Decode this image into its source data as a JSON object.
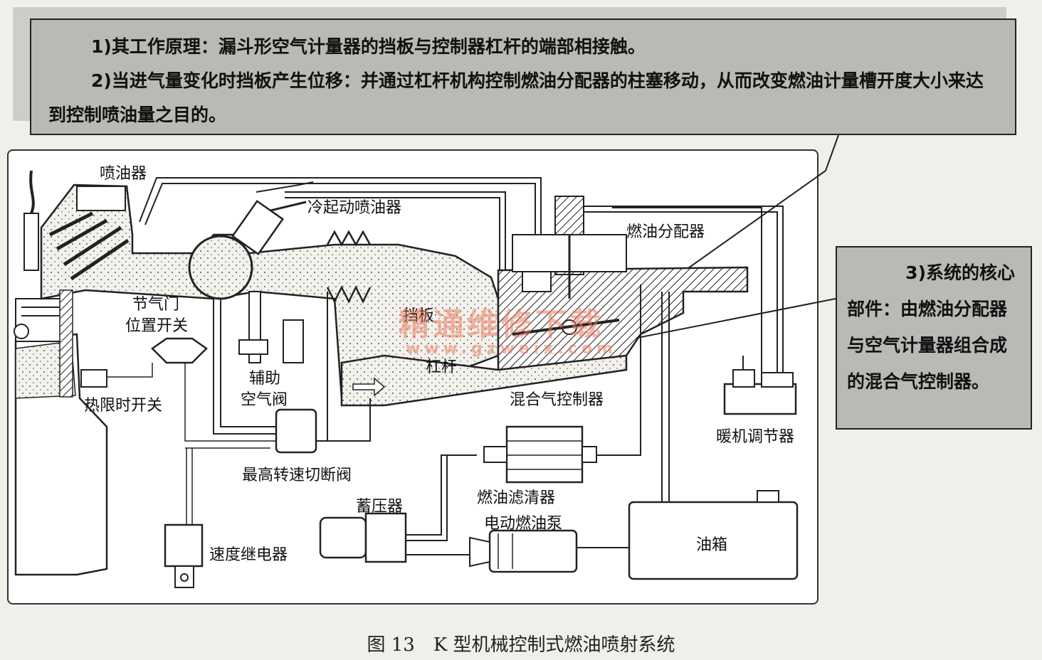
{
  "callouts": {
    "top": {
      "line1": "1)其工作原理：漏斗形空气计量器的挡板与控制器杠杆的端部相接触。",
      "line2": "2)当进气量变化时挡板产生位移：并通过杠杆机构控制燃油分配器的柱塞移动，从而改变燃油计量槽开度大小来达到控制喷油量之目的。"
    },
    "right": {
      "line1": "3)系统的核心",
      "line2": "部件：由燃油分配器与空气计量器组合成的混合气控制器。"
    }
  },
  "labels": {
    "injector": "喷油器",
    "cold_start_injector": "冷起动喷油器",
    "fuel_distributor": "燃油分配器",
    "throttle_switch_1": "节气门",
    "throttle_switch_2": "位置开关",
    "aux_air_valve_1": "辅助",
    "aux_air_valve_2": "空气阀",
    "thermo_time_switch": "热限时开关",
    "mixture_controller": "混合气控制器",
    "plate": "挡板",
    "lever": "杠杆",
    "warmup_regulator": "暖机调节器",
    "max_speed_cutoff": "最高转速切断阀",
    "fuel_filter": "燃油滤清器",
    "accumulator": "蓄压器",
    "electric_fuel_pump": "电动燃油泵",
    "fuel_tank": "油箱",
    "speed_relay": "速度继电器"
  },
  "watermark": {
    "text": "精通维修下载",
    "url": "www.gzweix.com"
  },
  "caption": "图 13　K 型机械控制式燃油喷射系统",
  "colors": {
    "callout_bg": "#b9b9b6",
    "watermark": "#eb785a"
  }
}
